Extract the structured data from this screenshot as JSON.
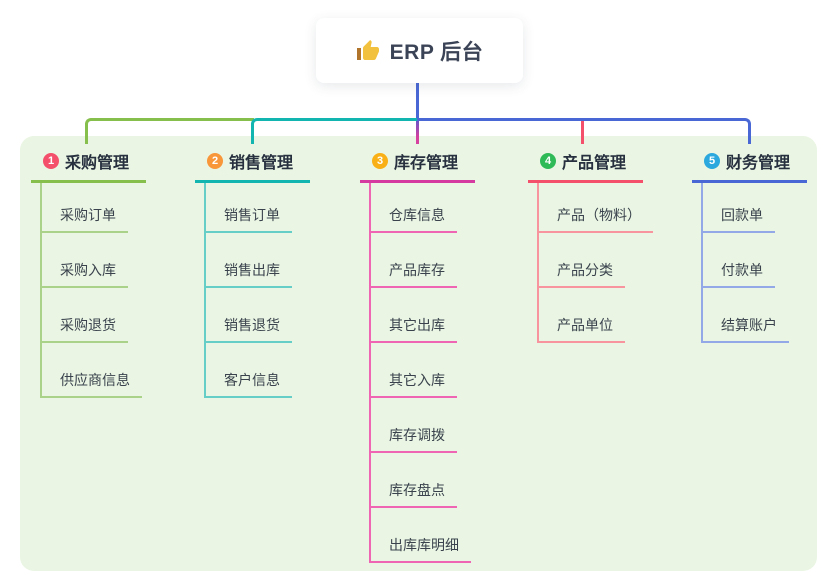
{
  "root": {
    "title": "ERP 后台",
    "icon": "thumbs-up"
  },
  "colors": {
    "panel_bg": "#eaf6e3",
    "root_stem": "#4a68d5",
    "branch_1_line": "#86bf4c",
    "branch_1_child_line": "#abd289",
    "branch_1_badge": "#f4506b",
    "branch_2_line": "#12b5b0",
    "branch_2_child_line": "#66cdc7",
    "branch_2_badge": "#f8963a",
    "branch_3_line": "#d43a9f",
    "branch_3_child_line": "#ef65b3",
    "branch_3_badge": "#f9b016",
    "branch_4_line": "#f4506b",
    "branch_4_child_line": "#f7949e",
    "branch_4_badge": "#2fba58",
    "branch_5_line": "#4a68d5",
    "branch_5_child_line": "#93a9e7",
    "branch_5_badge": "#2ba8dd"
  },
  "branches": [
    {
      "index": "1",
      "title": "采购管理",
      "children": [
        "采购订单",
        "采购入库",
        "采购退货",
        "供应商信息"
      ]
    },
    {
      "index": "2",
      "title": "销售管理",
      "children": [
        "销售订单",
        "销售出库",
        "销售退货",
        "客户信息"
      ]
    },
    {
      "index": "3",
      "title": "库存管理",
      "children": [
        "仓库信息",
        "产品库存",
        "其它出库",
        "其它入库",
        "库存调拨",
        "库存盘点",
        "出库库明细"
      ]
    },
    {
      "index": "4",
      "title": "产品管理",
      "children": [
        "产品（物料）",
        "产品分类",
        "产品单位"
      ]
    },
    {
      "index": "5",
      "title": "财务管理",
      "children": [
        "回款单",
        "付款单",
        "结算账户"
      ]
    }
  ]
}
